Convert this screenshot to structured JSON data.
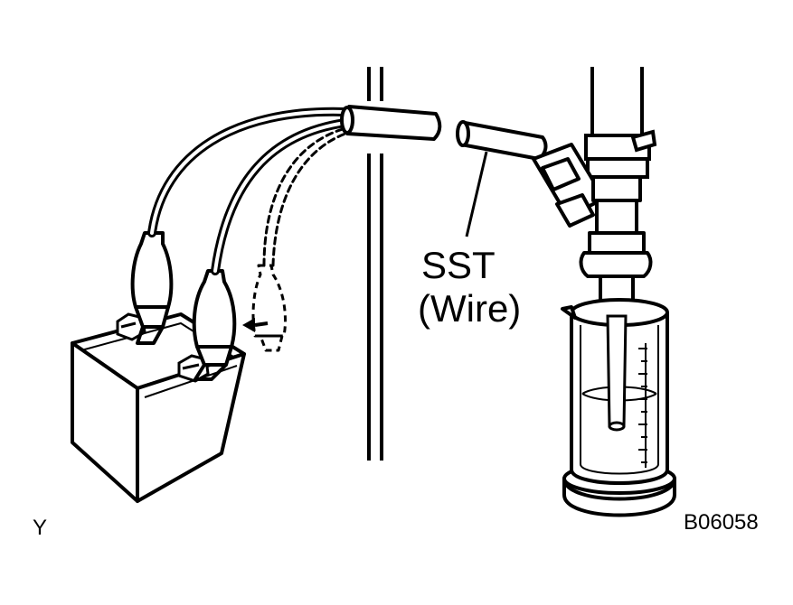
{
  "labels": {
    "sst_line1": "SST",
    "sst_line2": "(Wire)",
    "corner_mark": "Y",
    "figure_code": "B06058"
  },
  "colors": {
    "ink": "#000000",
    "paper": "#ffffff"
  }
}
